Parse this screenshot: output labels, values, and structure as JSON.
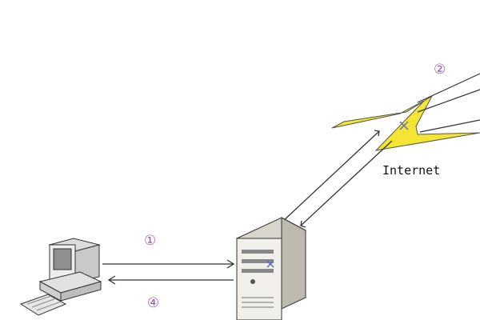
{
  "labels": {
    "internet": "Internet",
    "step1": "①",
    "step2": "②",
    "step4": "④"
  },
  "colors": {
    "step_purple": "#9b59b6",
    "bolt_yellow": "#f4e532",
    "line_dark": "#333333",
    "server_body": "#f1efe9",
    "monitor_body": "#eeeeee",
    "screen": "#8f8f8f"
  },
  "icons": [
    "computer-icon",
    "server-icon",
    "internet-lightning-icon"
  ]
}
